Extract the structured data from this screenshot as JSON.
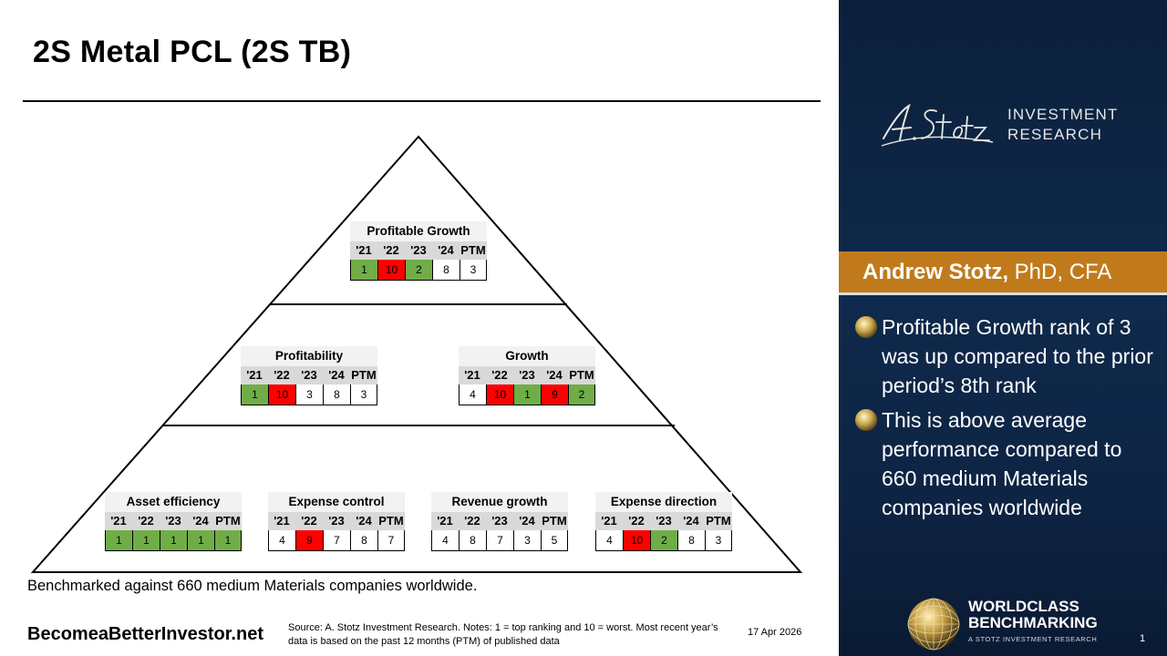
{
  "title": "2S Metal PCL (2S TB)",
  "year_headers": [
    "'21",
    "'22",
    "'23",
    "'24",
    "PTM"
  ],
  "colors": {
    "good": "#70ad47",
    "bad": "#ff0000",
    "neutral": "#ffffff",
    "panel_accent": "#c07a1c",
    "panel_bg": "#0f2a4c"
  },
  "boxes": {
    "profitable_growth": {
      "title": "Profitable Growth",
      "ranks": [
        "1",
        "10",
        "2",
        "8",
        "3"
      ],
      "status": [
        "good",
        "bad",
        "good",
        "neutral",
        "neutral"
      ]
    },
    "profitability": {
      "title": "Profitability",
      "ranks": [
        "1",
        "10",
        "3",
        "8",
        "3"
      ],
      "status": [
        "good",
        "bad",
        "neutral",
        "neutral",
        "neutral"
      ]
    },
    "growth": {
      "title": "Growth",
      "ranks": [
        "4",
        "10",
        "1",
        "9",
        "2"
      ],
      "status": [
        "neutral",
        "bad",
        "good",
        "bad",
        "good"
      ]
    },
    "asset_efficiency": {
      "title": "Asset efficiency",
      "ranks": [
        "1",
        "1",
        "1",
        "1",
        "1"
      ],
      "status": [
        "good",
        "good",
        "good",
        "good",
        "good"
      ]
    },
    "expense_control": {
      "title": "Expense control",
      "ranks": [
        "4",
        "9",
        "7",
        "8",
        "7"
      ],
      "status": [
        "neutral",
        "bad",
        "neutral",
        "neutral",
        "neutral"
      ]
    },
    "revenue_growth": {
      "title": "Revenue growth",
      "ranks": [
        "4",
        "8",
        "7",
        "3",
        "5"
      ],
      "status": [
        "neutral",
        "neutral",
        "neutral",
        "neutral",
        "neutral"
      ]
    },
    "expense_direction": {
      "title": "Expense direction",
      "ranks": [
        "4",
        "10",
        "2",
        "8",
        "3"
      ],
      "status": [
        "neutral",
        "bad",
        "good",
        "neutral",
        "neutral"
      ]
    }
  },
  "benchmark_note": "Benchmarked against 660 medium Materials companies worldwide.",
  "footer": {
    "site": "BecomeaBetterInvestor.net",
    "source": "Source: A. Stotz Investment Research. Notes: 1 = top ranking and 10 = worst. Most recent year’s data is based on the past 12 months (PTM) of published data",
    "date": "17 Apr 2026",
    "page": "1"
  },
  "panel": {
    "logo_line1": "INVESTMENT",
    "logo_line2": "RESEARCH",
    "logo_signature": "A. Stotz",
    "name": "Andrew Stotz,",
    "credentials": " PhD, CFA",
    "bullets": [
      "Profitable Growth rank of 3 was up compared to the prior period’s 8th rank",
      "This is above average performance compared to 660 medium Materials companies worldwide"
    ],
    "wcb_line1": "WORLDCLASS",
    "wcb_line2": "BENCHMARKING",
    "wcb_sub": "A STOTZ INVESTMENT RESEARCH",
    "bullet_icon": "gold-globe-icon",
    "globe_icon": "worldclass-globe-icon"
  }
}
